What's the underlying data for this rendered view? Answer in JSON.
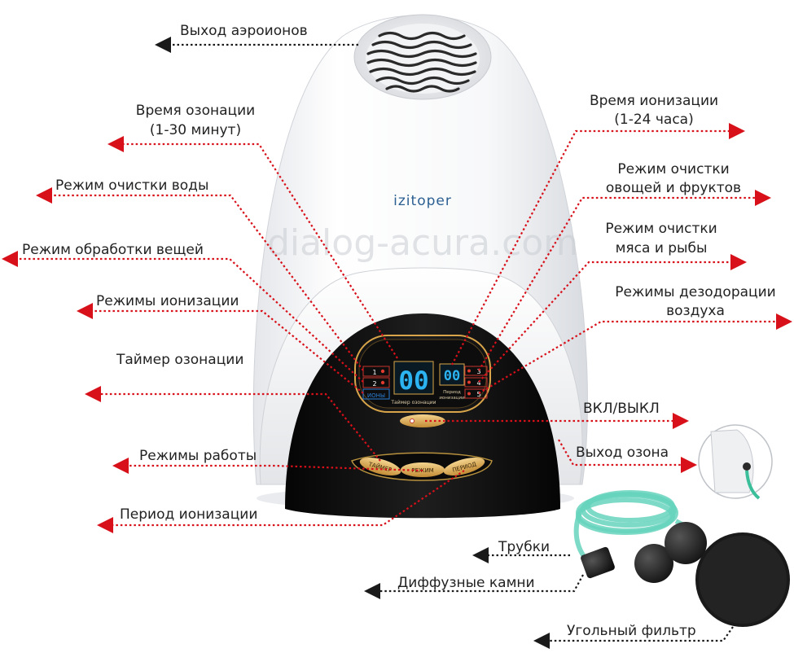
{
  "brand": "izitoper",
  "watermark": "dialog-acura.com",
  "labels": {
    "aeroion_outlet": "Выход аэроионов",
    "ozonation_time_1": "Время озонации",
    "ozonation_time_2": "(1-30 минут)",
    "water_mode": "Режим очистки воды",
    "things_mode": "Режим обработки вещей",
    "ionization_modes": "Режимы ионизации",
    "ozonation_timer": "Таймер озонации",
    "work_modes": "Режимы работы",
    "ionization_period": "Период ионизации",
    "ionization_time_1": "Время ионизации",
    "ionization_time_2": "(1-24 часа)",
    "veg_mode_1": "Режим очистки",
    "veg_mode_2": "овощей и фруктов",
    "meat_mode_1": "Режим очистки",
    "meat_mode_2": "мяса и рыбы",
    "deodor_mode_1": "Режимы дезодорации",
    "deodor_mode_2": "воздуха",
    "power": "ВКЛ/ВЫКЛ",
    "ozone_outlet": "Выход озона",
    "tubes": "Трубки",
    "diffuser_stones": "Диффузные камни",
    "carbon_filter": "Угольный фильтр"
  },
  "panel": {
    "display_timer": "00",
    "display_period": "00",
    "timer_caption": "Таймер озонации",
    "period_caption_1": "Период",
    "period_caption_2": "ионизации",
    "left_keys": [
      "1",
      "2"
    ],
    "left_key3": "ИОНЫ",
    "right_keys": [
      "3",
      "4",
      "5"
    ],
    "btn_timer": "ТАЙМЕР",
    "btn_mode": "РЕЖИМ",
    "btn_period": "ПЕРИОД"
  },
  "colors": {
    "arrow_red": "#d7101a",
    "arrow_black": "#1a1a1a",
    "panel": "#151515",
    "display": "#2bb3f2",
    "gold": "#d9a54a"
  }
}
